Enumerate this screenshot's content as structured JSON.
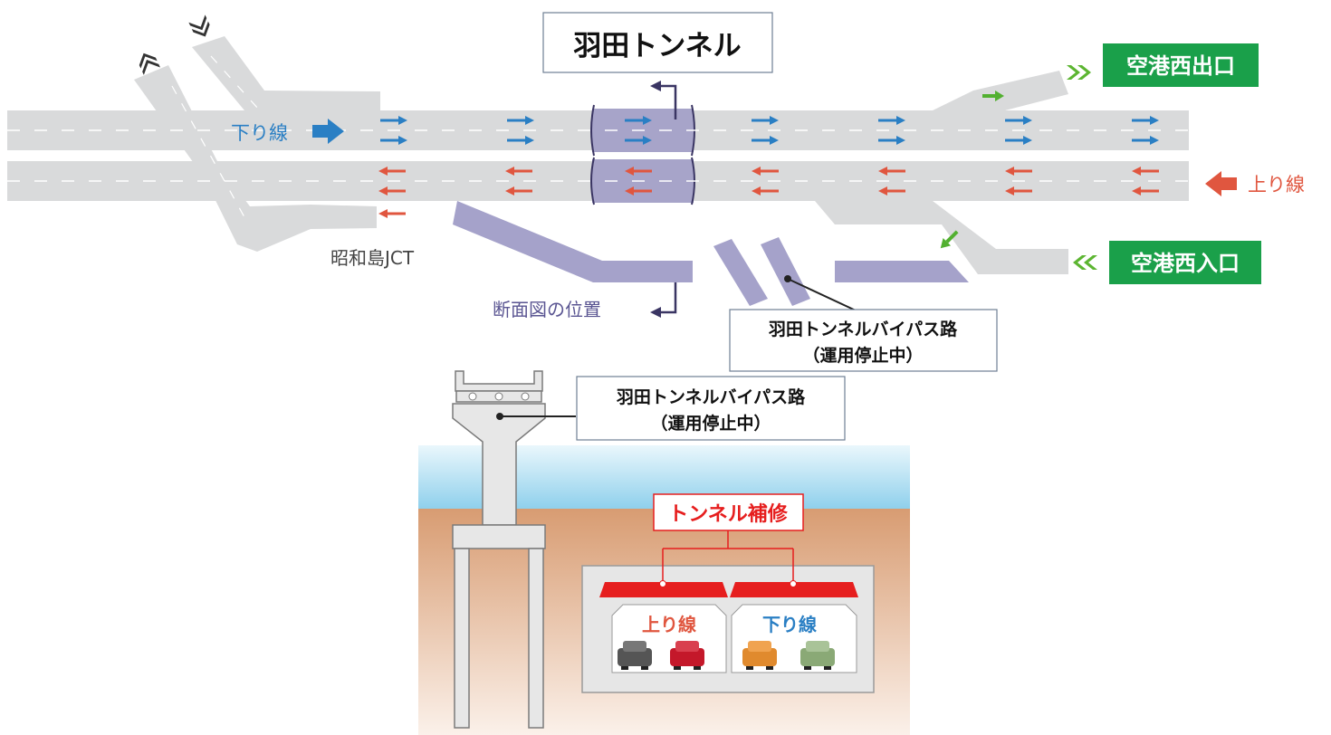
{
  "title": "羽田トンネル",
  "labels": {
    "down_line": "下り線",
    "up_line": "上り線",
    "junction": "昭和島JCT",
    "section_position": "断面図の位置",
    "exit": "空港西出口",
    "entrance": "空港西入口",
    "bypass_line1": "羽田トンネルバイパス路",
    "bypass_line2": "（運用停止中）",
    "bypass2_line1": "羽田トンネルバイパス路",
    "bypass2_line2": "（運用停止中）",
    "tunnel_repair": "トンネル補修",
    "section_up_line": "上り線",
    "section_down_line": "下り線"
  },
  "colors": {
    "road": "#d9dadb",
    "tunnel": "#a7a4c9",
    "bypass": "#9d9ac4",
    "down_blue": "#2a7fc4",
    "up_red": "#e0563f",
    "exit_green": "#1aa04a",
    "repair_red": "#e61e1e",
    "water": "#bfe3f2",
    "ground": "#e0ae86",
    "concrete": "#e7e7e7",
    "arrow_green": "#52b030"
  }
}
